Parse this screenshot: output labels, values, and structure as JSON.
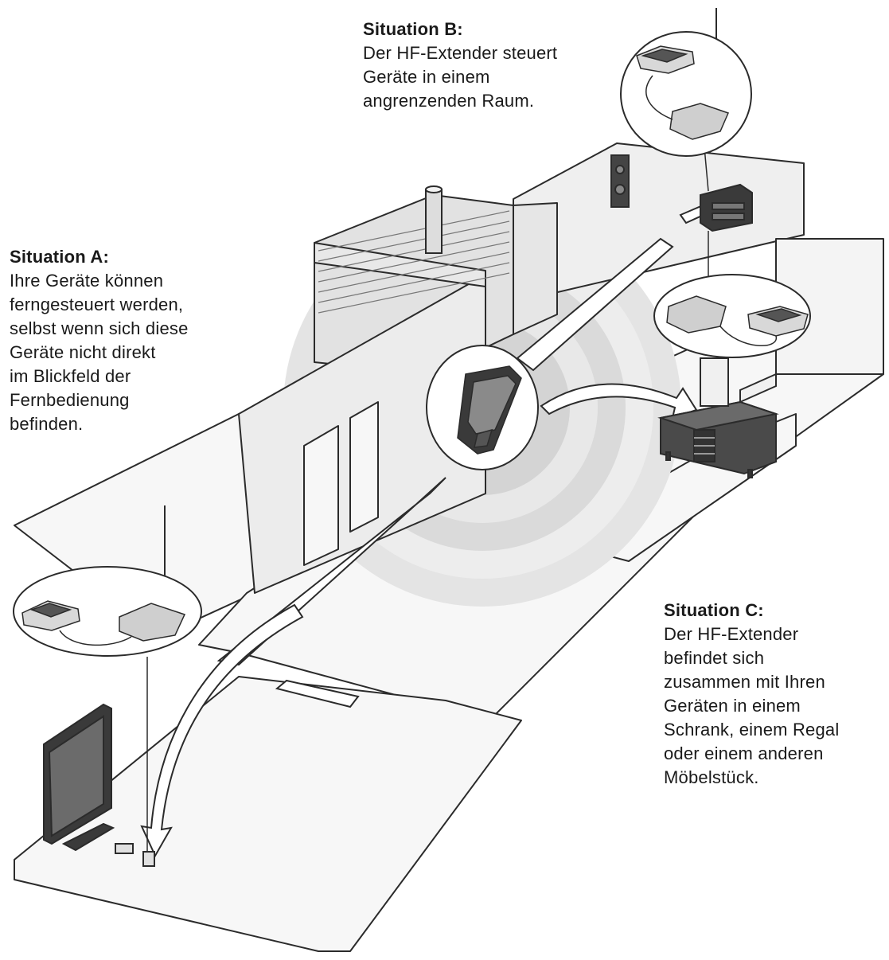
{
  "situations": {
    "a": {
      "title": "Situation A:",
      "lines": [
        "Ihre Geräte können",
        "ferngesteuert werden,",
        "selbst wenn sich diese",
        "Geräte nicht direkt",
        "im Blickfeld der",
        "Fernbedienung",
        "befinden."
      ]
    },
    "b": {
      "title": "Situation B:",
      "lines": [
        "Der HF-Extender steuert",
        "Geräte in einem",
        "angrenzenden Raum."
      ]
    },
    "c": {
      "title": "Situation C:",
      "lines": [
        "Der HF-Extender",
        "befindet sich",
        "zusammen mit Ihren",
        "Geräten in einem",
        "Schrank, einem Regal",
        "oder einem anderen",
        "Möbelstück."
      ]
    }
  },
  "colors": {
    "line": "#2b2b2b",
    "floor": "#f7f7f7",
    "wall": "#ececec",
    "signal": "#d9d9d9",
    "device_dark": "#3a3a3a"
  },
  "icons": {
    "remote": "remote-control-icon",
    "extender": "rf-extender-icon",
    "receiver": "av-receiver-icon",
    "tv": "television-icon",
    "speaker": "speaker-icon"
  }
}
